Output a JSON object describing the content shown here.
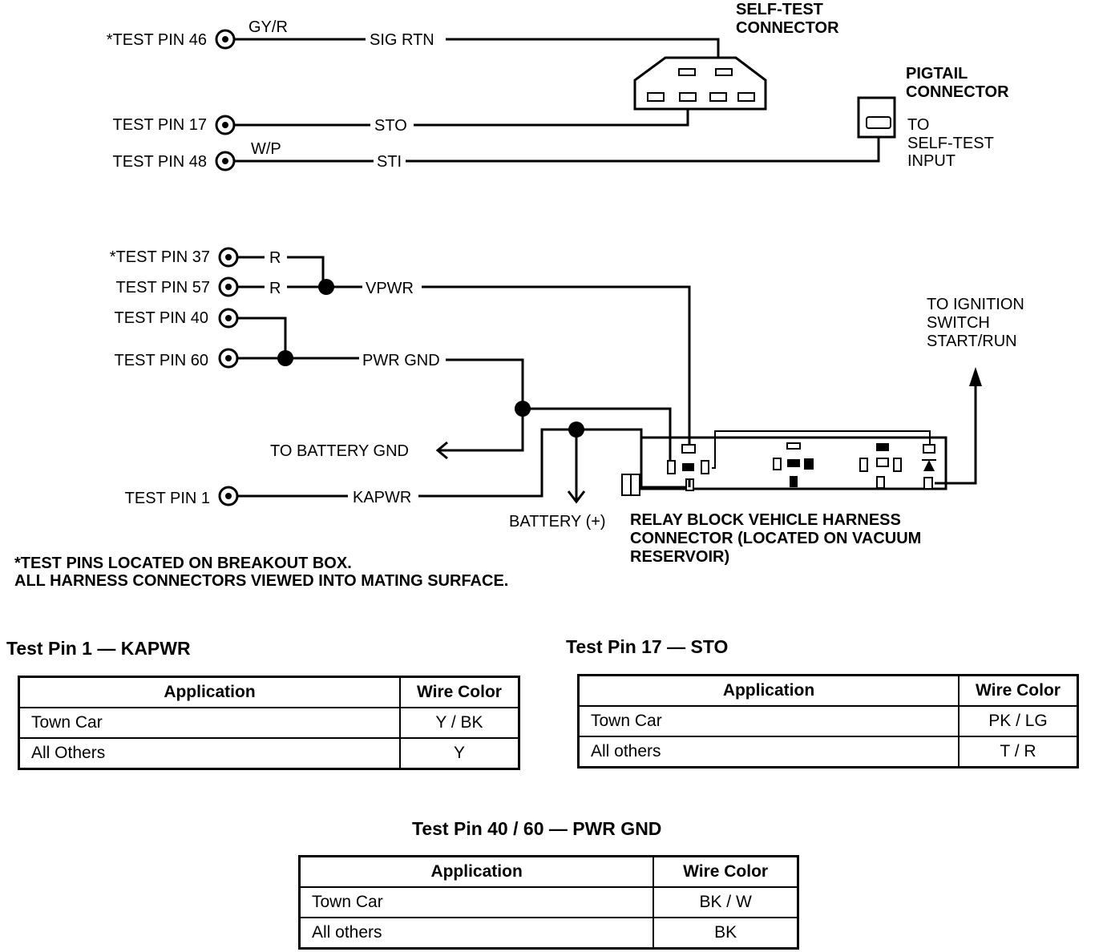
{
  "diagram": {
    "test_pins": {
      "p46": "*TEST PIN 46",
      "p17": "TEST PIN 17",
      "p48": "TEST PIN 48",
      "p37": "*TEST PIN 37",
      "p57": "TEST PIN 57",
      "p40": "TEST PIN 40",
      "p60": "TEST PIN 60",
      "p1": "TEST PIN 1"
    },
    "wire_colors": {
      "gy_r": "GY/R",
      "w_p": "W/P",
      "r1": "R",
      "r2": "R"
    },
    "signals": {
      "sig_rtn": "SIG RTN",
      "sto": "STO",
      "sti": "STI",
      "vpwr": "VPWR",
      "pwr_gnd": "PWR GND",
      "kapwr": "KAPWR"
    },
    "self_test_connector": [
      "SELF-TEST",
      "CONNECTOR"
    ],
    "pigtail_connector": [
      "PIGTAIL",
      "CONNECTOR"
    ],
    "to_self_test_input": [
      "TO",
      "SELF-TEST",
      "INPUT"
    ],
    "to_ignition": [
      "TO IGNITION",
      "SWITCH",
      "START/RUN"
    ],
    "to_battery_gnd": "TO BATTERY GND",
    "battery_plus": "BATTERY (+)",
    "relay_block": [
      "RELAY BLOCK VEHICLE HARNESS",
      "CONNECTOR (LOCATED ON VACUUM",
      "RESERVOIR)"
    ],
    "notes": [
      "*TEST PINS LOCATED ON BREAKOUT BOX.",
      "ALL HARNESS CONNECTORS VIEWED INTO MATING SURFACE."
    ]
  },
  "tables": [
    {
      "title": "Test Pin 1 — KAPWR",
      "headers": [
        "Application",
        "Wire Color"
      ],
      "rows": [
        [
          "Town Car",
          "Y / BK"
        ],
        [
          "All Others",
          "Y"
        ]
      ]
    },
    {
      "title": "Test Pin 17 — STO",
      "headers": [
        "Application",
        "Wire Color"
      ],
      "rows": [
        [
          "Town Car",
          "PK / LG"
        ],
        [
          "All others",
          "T / R"
        ]
      ]
    },
    {
      "title": "Test Pin 40 / 60 — PWR GND",
      "headers": [
        "Application",
        "Wire Color"
      ],
      "rows": [
        [
          "Town Car",
          "BK / W"
        ],
        [
          "All others",
          "BK"
        ]
      ]
    }
  ]
}
